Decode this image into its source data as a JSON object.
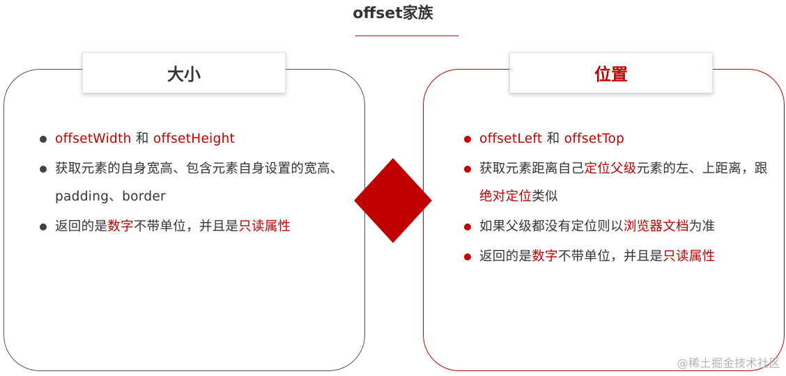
{
  "title": "offset家族",
  "colors": {
    "accent": "#c00000",
    "text": "#333333",
    "left_border": "#555555"
  },
  "left_card": {
    "header": "大小",
    "bullets": [
      {
        "segments": [
          {
            "text": "offsetWidth",
            "highlight": true
          },
          {
            "text": " 和 ",
            "highlight": false
          },
          {
            "text": "offsetHeight",
            "highlight": true
          }
        ]
      },
      {
        "segments": [
          {
            "text": "获取元素的自身宽高、包含元素自身设置的宽高、padding、border",
            "highlight": false
          }
        ]
      },
      {
        "segments": [
          {
            "text": "返回的是",
            "highlight": false
          },
          {
            "text": "数字",
            "highlight": true
          },
          {
            "text": "不带单位，并且是",
            "highlight": false
          },
          {
            "text": "只读属性",
            "highlight": true
          }
        ]
      }
    ]
  },
  "right_card": {
    "header": "位置",
    "bullets": [
      {
        "segments": [
          {
            "text": "offsetLeft",
            "highlight": true
          },
          {
            "text": " 和 ",
            "highlight": false
          },
          {
            "text": "offsetTop",
            "highlight": true
          }
        ]
      },
      {
        "segments": [
          {
            "text": "获取元素距离自己",
            "highlight": false
          },
          {
            "text": "定位父级",
            "highlight": true
          },
          {
            "text": "元素的左、上距离，跟",
            "highlight": false
          },
          {
            "text": "绝对定位",
            "highlight": true
          },
          {
            "text": "类似",
            "highlight": false
          }
        ]
      },
      {
        "segments": [
          {
            "text": "如果父级都没有定位则以",
            "highlight": false
          },
          {
            "text": "浏览器文档",
            "highlight": true
          },
          {
            "text": "为准",
            "highlight": false
          }
        ]
      },
      {
        "segments": [
          {
            "text": "返回的是",
            "highlight": false
          },
          {
            "text": "数字",
            "highlight": true
          },
          {
            "text": "不带单位，并且是",
            "highlight": false
          },
          {
            "text": "只读属性",
            "highlight": true
          }
        ]
      }
    ]
  },
  "center_icon": "diamond-shape",
  "watermark": "@稀土掘金技术社区"
}
